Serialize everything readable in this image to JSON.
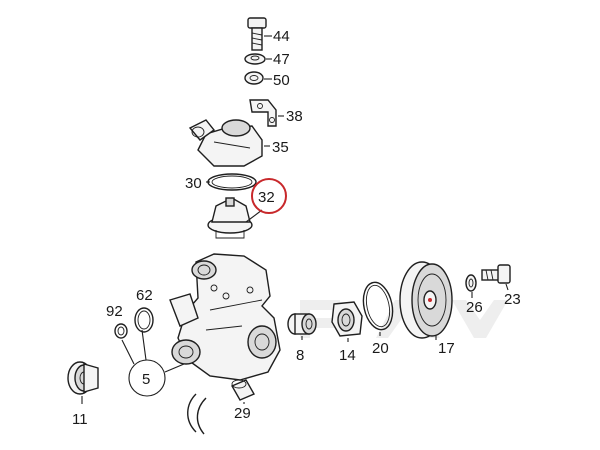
{
  "highlight_color": "#c8282b",
  "parts": [
    {
      "id": "44"
    },
    {
      "id": "47"
    },
    {
      "id": "50"
    },
    {
      "id": "38"
    },
    {
      "id": "35"
    },
    {
      "id": "30"
    },
    {
      "id": "32"
    },
    {
      "id": "62"
    },
    {
      "id": "92"
    },
    {
      "id": "5"
    },
    {
      "id": "11"
    },
    {
      "id": "29"
    },
    {
      "id": "8"
    },
    {
      "id": "14"
    },
    {
      "id": "20"
    },
    {
      "id": "17"
    },
    {
      "id": "26"
    },
    {
      "id": "23"
    }
  ],
  "highlighted_part": "32"
}
